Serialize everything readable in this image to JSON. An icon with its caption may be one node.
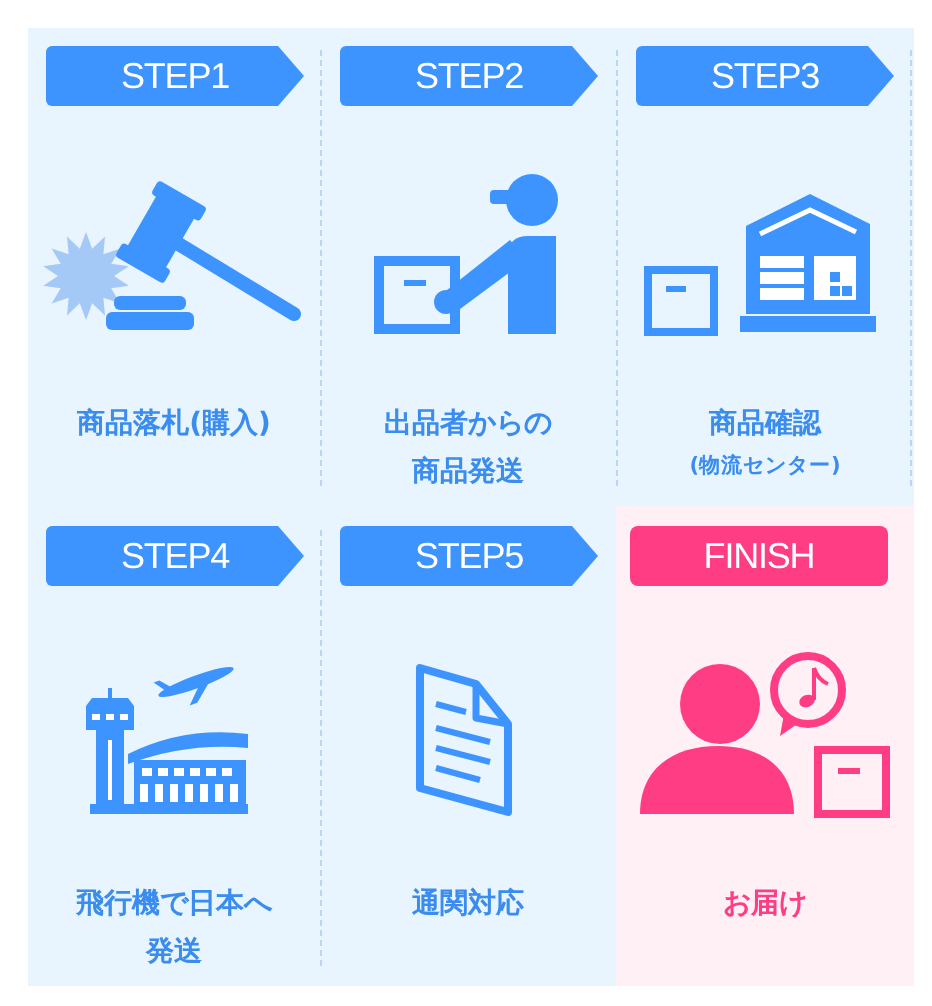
{
  "diagram": {
    "nodes": [
      {
        "text": [
          "STEP1",
          "商品落札(購入)"
        ]
      },
      {
        "text": [
          "STEP2",
          "出品者からの商品発送"
        ]
      },
      {
        "text": [
          "STEP3",
          "商品確認",
          "(物流センター)"
        ]
      },
      {
        "text": [
          "STEP4",
          "飛行機で日本へ発送"
        ]
      },
      {
        "text": [
          "STEP5",
          "通関対応"
        ]
      },
      {
        "text": [
          "FINISH",
          "お届け"
        ]
      }
    ]
  }
}
